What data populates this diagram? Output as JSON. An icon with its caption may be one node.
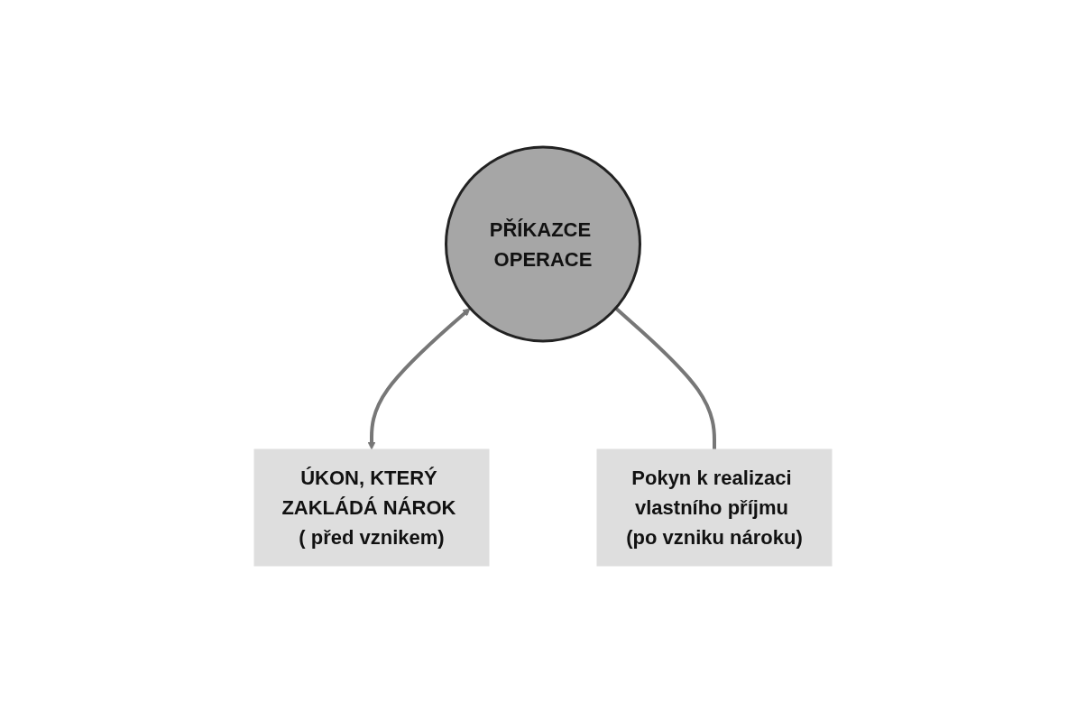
{
  "diagram": {
    "nodes": [
      {
        "text": [
          "PŘÍKAZCE OPERACE"
        ]
      },
      {
        "text": [
          "ÚKON, KTERÝ ZAKLÁDÁ NÁROK ( před vznikem)"
        ]
      },
      {
        "text": [
          "Pokyn k realizaci vlastního příjmu (po vzniku nároku)"
        ]
      }
    ],
    "edges": [
      {
        "from": 0,
        "to": 1,
        "arrow": "both"
      },
      {
        "from": 0,
        "to": 2,
        "arrow": "none"
      }
    ]
  }
}
